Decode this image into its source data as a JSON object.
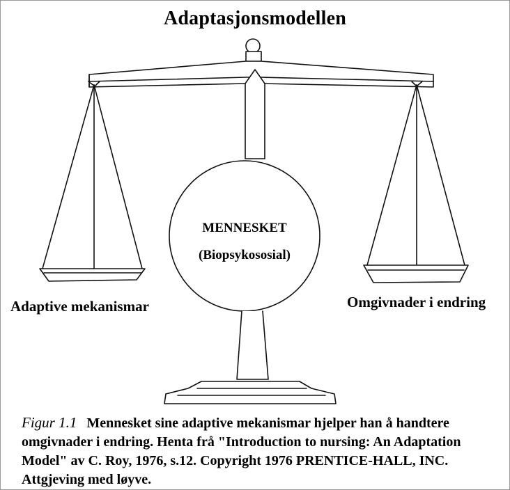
{
  "title": "Adaptasjonsmodellen",
  "center": {
    "line1": "MENNESKET",
    "line2": "(Biopsykososial)"
  },
  "left_pan_label": "Adaptive mekanismar",
  "right_pan_label": "Omgivnader i endring",
  "caption": {
    "figure_label": "Figur 1.1",
    "text": "Mennesket sine adaptive mekanismar hjelper han å handtere omgivnader i endring. Henta frå \"Introduction to nursing: An Adaptation Model\" av C. Roy, 1976, s.12. Copyright 1976 PRENTICE-HALL, INC. Attgjeving med løyve."
  }
}
